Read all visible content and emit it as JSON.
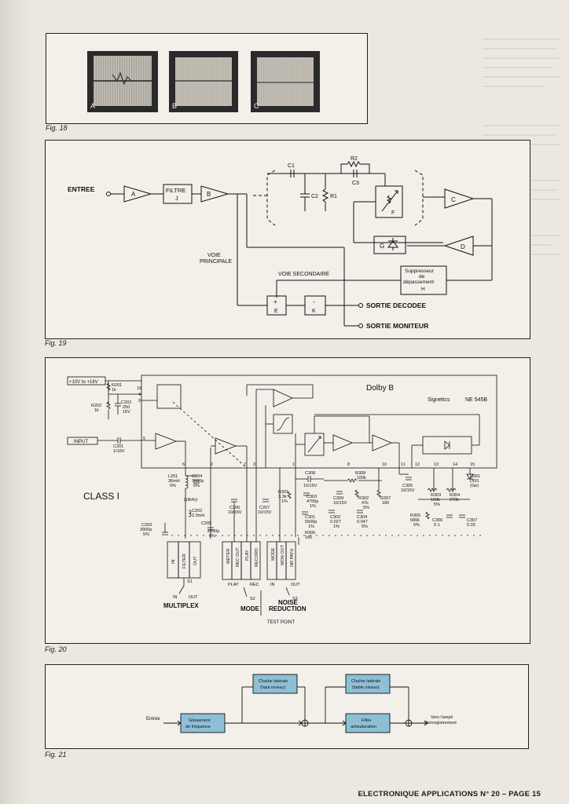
{
  "fig18": {
    "label": "Fig. 18",
    "photos": [
      "A",
      "B",
      "C"
    ]
  },
  "fig19": {
    "label": "Fig. 19",
    "entree": "ENTREE",
    "block_a": "A",
    "filtre": "FILTRE",
    "filtre_j": "J",
    "block_b": "B",
    "c1": "C1",
    "c2": "C2",
    "c3": "C3",
    "r1": "R1",
    "r2": "R2",
    "block_f": "F",
    "block_c": "C",
    "block_g": "G",
    "block_d": "D",
    "voie_principale_1": "VOIE",
    "voie_principale_2": "PRINCIPALE",
    "voie_secondaire": "VOIE SECONDAIRE",
    "supp_1": "Suppresseur",
    "supp_2": "de",
    "supp_3": "dépassement",
    "supp_4": "H",
    "sum_sign": "+",
    "sum_e": "E",
    "neg_sign": "-",
    "neg_k": "K",
    "sortie_decodee": "SORTIE DECODEE",
    "sortie_moniteur": "SORTIE MONITEUR"
  },
  "fig20": {
    "label": "Fig. 20",
    "supply": "+10V to +16V",
    "dolby": "Dolby B",
    "signetics": "Signetics",
    "chip": "NE 545B",
    "input": "INPUT",
    "class": "CLASS I",
    "r201": "R201",
    "r201v": "1k",
    "r202": "R202",
    "r202v": "1k",
    "c202": "C202",
    "c202v": "250",
    "c202v2": "15V",
    "c201": "C201",
    "c201v": "1/10V",
    "l201": "L201",
    "l201v": "36mH",
    "l201t": "5%",
    "c204": "C204",
    "c204v": "3000p",
    "c204t": "5%",
    "osc": "(19kHz)",
    "c202b": "C202",
    "c202bv": "2.3mH",
    "c203": "C203",
    "c203v": "3900p",
    "c203t": "5%",
    "c205": "C205",
    "c205v": "2200p",
    "c205t": "5%",
    "c206": "C206",
    "c206v": "10/15V",
    "c207": "C207",
    "c207v": "10/15V",
    "c308": "C308",
    "c308v": "10/15V",
    "r308": "R308",
    "r308v": "100k",
    "r301": "R301",
    "r301v": "3.3k",
    "r301t": "1%",
    "c303": "C303",
    "c303v": "4700p",
    "c303t": "1%",
    "c309": "C309",
    "c309v": "10/15V",
    "r302": "R302",
    "r302v": "47k",
    "r302t": "5%",
    "r307": "R307",
    "r307v": "180",
    "c305": "C305",
    "c305v": "10/15V",
    "r303": "R303",
    "r303v": "150k",
    "r303t": "5%",
    "r304": "R304",
    "r304v": "270k",
    "d301": "D301",
    "d301v": "DI91",
    "d301t": "(Ge)",
    "c301": "C301",
    "c301v": "5600p",
    "c301t": "1%",
    "c302": "C302",
    "c302v": "0.027",
    "c302t": "1%",
    "c304": "C304",
    "c304v": "0.047",
    "c304t": "5%",
    "r306": "R306",
    "r306v": "180",
    "r305": "R305",
    "r305v": "680k",
    "r305t": "5%",
    "c306": "C306",
    "c306v": "0.1",
    "c307": "C307",
    "c307v": "0.33",
    "pins": [
      "16",
      "4",
      "9",
      "5",
      "6",
      "2",
      "7",
      "3",
      "1",
      "8",
      "10",
      "11",
      "12",
      "13",
      "14",
      "15"
    ],
    "sw_multiplex": [
      "IN",
      "FILTER",
      "OUT"
    ],
    "sw_mode": [
      "METER",
      "REC OUT",
      "PLAY",
      "RECORD"
    ],
    "sw_noise": [
      "MODE",
      "MON OUT",
      "NR PATH"
    ],
    "s1": "S1",
    "s1_in": "IN",
    "s1_out": "OUT",
    "s2": "S2",
    "s2_play": "PLAY",
    "s2_rec": "REC",
    "s3": "S3",
    "s3_in": "IN",
    "s3_out": "OUT",
    "multiplex": "MULTIPLEX",
    "mode": "MODE",
    "noise_1": "NOISE",
    "noise_2": "REDUCTION",
    "test_point": "TEST POINT"
  },
  "fig21": {
    "label": "Fig. 21",
    "entree": "Entrée",
    "gliss_1": "Glissement",
    "gliss_2": "de fréquence",
    "ch_haut_1": "Chaîne latérale",
    "ch_haut_2": "(haut niveau)",
    "ch_bas_1": "Chaîne latérale",
    "ch_bas_2": "(faible niveau)",
    "filtre_1": "Filtre",
    "filtre_2": "antisaturation",
    "vers_1": "Vers l'ampli",
    "vers_2": "d'enregistrement"
  },
  "colors": {
    "block_fill": "#8fbfd6"
  },
  "footer": "ELECTRONIQUE APPLICATIONS N° 20 – PAGE 15"
}
